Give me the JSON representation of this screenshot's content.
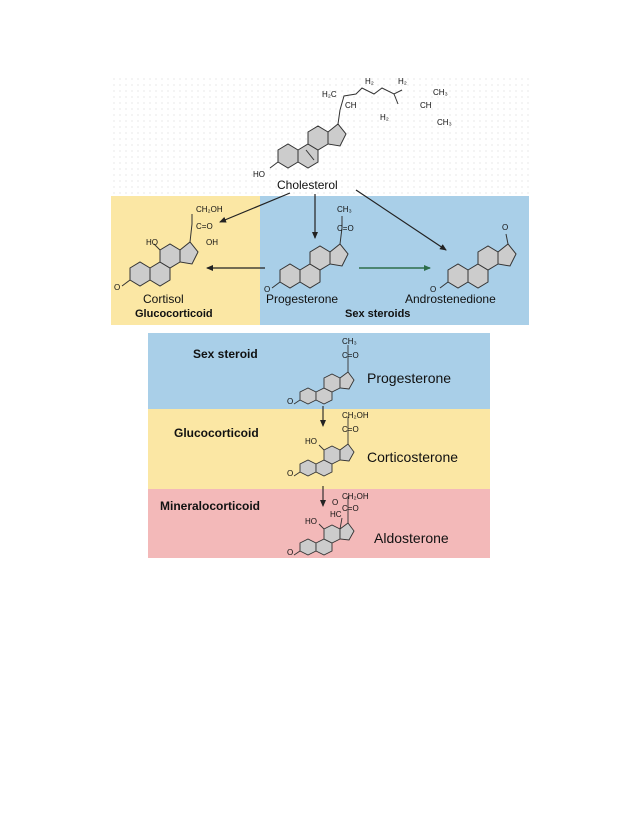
{
  "top": {
    "cholesterol_name": "Cholesterol",
    "cortisol_name": "Cortisol",
    "progesterone_name": "Progesterone",
    "androstenedione_name": "Androstenedione",
    "glucocorticoid_label": "Glucocorticoid",
    "sex_steroids_label": "Sex steroids"
  },
  "bottom": {
    "sex_steroid_label": "Sex steroid",
    "glucocorticoid_label": "Glucocorticoid",
    "mineralocorticoid_label": "Mineralocorticoid",
    "progesterone_name": "Progesterone",
    "corticosterone_name": "Corticosterone",
    "aldosterone_name": "Aldosterone"
  },
  "chem_labels": {
    "h2c": "H₂C",
    "ch": "CH",
    "h2": "H₂",
    "ch3": "CH₃",
    "ho": "HO",
    "oh": "OH",
    "ch2oh": "CH₂OH",
    "c_eq_o": "C=O",
    "o": "O",
    "hc": "HC"
  },
  "colors": {
    "glucocorticoid_bg": "#fbe7a4",
    "sex_steroid_bg": "#a9cfe8",
    "mineralocorticoid_bg": "#f3b9b9",
    "ring_fill": "#cccccc",
    "arrow_green": "#2d6e4a"
  }
}
